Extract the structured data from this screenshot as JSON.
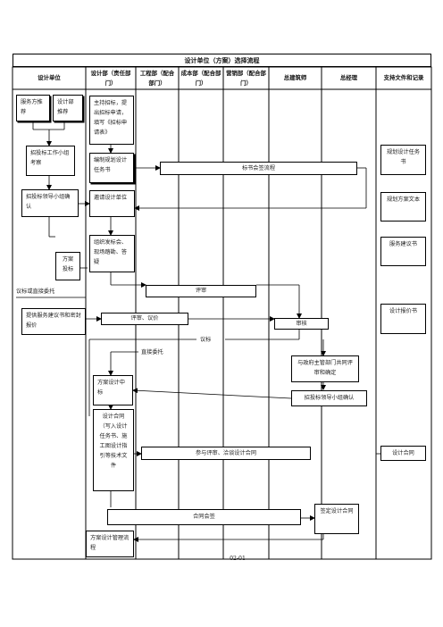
{
  "title": "设计单位（方案）选择流程",
  "columns": {
    "c0": "设计单位",
    "c1": "设计部（责任部门）",
    "c2": "工程部（配合部门）",
    "c3": "成本部（配合部门）",
    "c4": "营销部（配合部门）",
    "c5": "总建筑师",
    "c6": "总经理",
    "c7": "支持文件和记录"
  },
  "boxes": {
    "service_recommend": "服务方推荐",
    "dept_recommend": "设计部推荐",
    "host_bidding": "主持招标，提出招标申请，填写《招标申请表》",
    "bid_team_review": "招投标工作小组考察",
    "compile_task": "编制规划设计任务书",
    "tender_signoff": "标书会签流程",
    "bid_leader_confirm": "招投标领导小组确认",
    "invite_units": "邀请设计单位",
    "organize_release": "组织发标会、现场踏勘、答疑",
    "scheme_bid": "方案投标",
    "review": "评审",
    "provide_service": "提供服务建议书和密封报价",
    "review_price": "评审、议价",
    "audit": "审核",
    "with_gov": "与政府主管部门共同评审和确定",
    "winning_scheme": "方案设计中标",
    "leader_confirm2": "招投标领导小组确认",
    "design_contract": "设计合同（写入设计任务书、施工图设计指引等技术文件",
    "join_review": "参与评审、洽谈设计合同",
    "contract_sign": "合同会签",
    "sign_contract": "签定设计合同",
    "scheme_process": "方案设计管理流程"
  },
  "labels": {
    "bid_or_direct": "议标或直接委托",
    "negotiate": "议标",
    "direct": "直接委托"
  },
  "docs": {
    "d1": "规划设计任务书",
    "d2": "规划方案文本",
    "d3": "服务建议书",
    "d4": "设计报价书",
    "d5": "设计合同"
  },
  "footer": "02-01"
}
